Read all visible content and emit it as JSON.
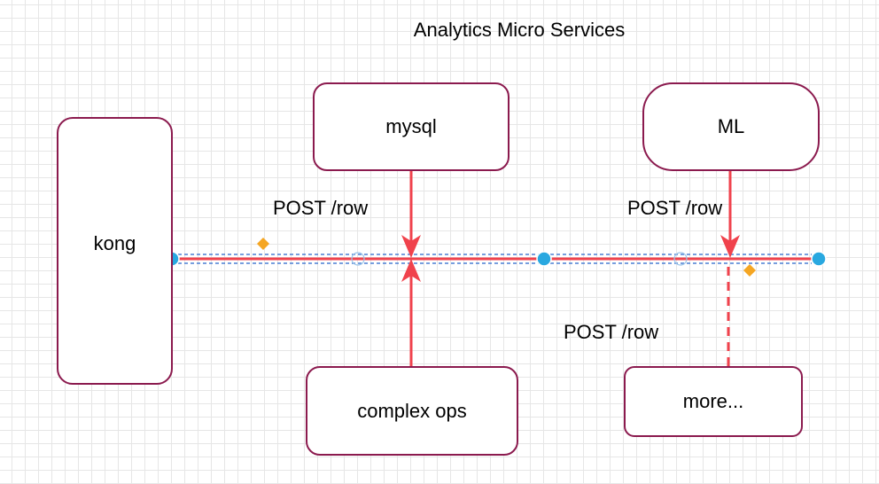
{
  "diagram": {
    "title": "Analytics Micro Services",
    "nodes": {
      "kong": "kong",
      "mysql": "mysql",
      "ml": "ML",
      "complex_ops": "complex ops",
      "more": "more..."
    },
    "edge_labels": {
      "mysql_to_bus": "POST /row",
      "ml_to_bus": "POST /row",
      "more_to_bus": "POST /row"
    },
    "colors": {
      "node_border": "#8b1a4e",
      "edge": "#f0424c",
      "selection_dash": "#4a7fd4",
      "handle": "#29a8e0",
      "control_point": "#f5a623",
      "grid": "#e6e6e6"
    }
  }
}
